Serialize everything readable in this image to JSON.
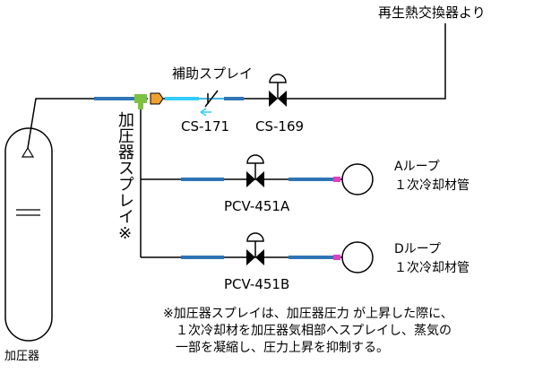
{
  "labels": {
    "source": "再生熱交換器より",
    "aux_spray": "補助スプレイ",
    "cs171": "CS-171",
    "cs169": "CS-169",
    "pressurizer_spray": "加圧器スプレイ※",
    "pcv451a": "PCV-451A",
    "pcv451b": "PCV-451B",
    "a_loop": "Aループ",
    "a_coolant": "１次冷却材管",
    "d_loop": "Dループ",
    "d_coolant": "１次冷却材管",
    "pressurizer": "加圧器"
  },
  "note": {
    "line1": "※加圧器スプレイは、加圧器圧力 が上昇した際に、",
    "line2": "１次冷却材を加圧器気相部へスプレイし、蒸気の",
    "line3": "一部を凝縮し、圧力上昇を抑制する。"
  },
  "colors": {
    "pipe_line": "#000000",
    "pipe_blue": "#2e75b6",
    "aux_cyan": "#33ccff",
    "junction_green": "#7cc142",
    "reducer_orange": "#f0a030",
    "magenta": "#e040c0"
  },
  "icons": [
    "gate-valve-icon",
    "check-valve-icon",
    "flow-arrow-icon",
    "nozzle-icon",
    "loop-pipe-circle-icon",
    "pressurizer-vessel-icon"
  ]
}
